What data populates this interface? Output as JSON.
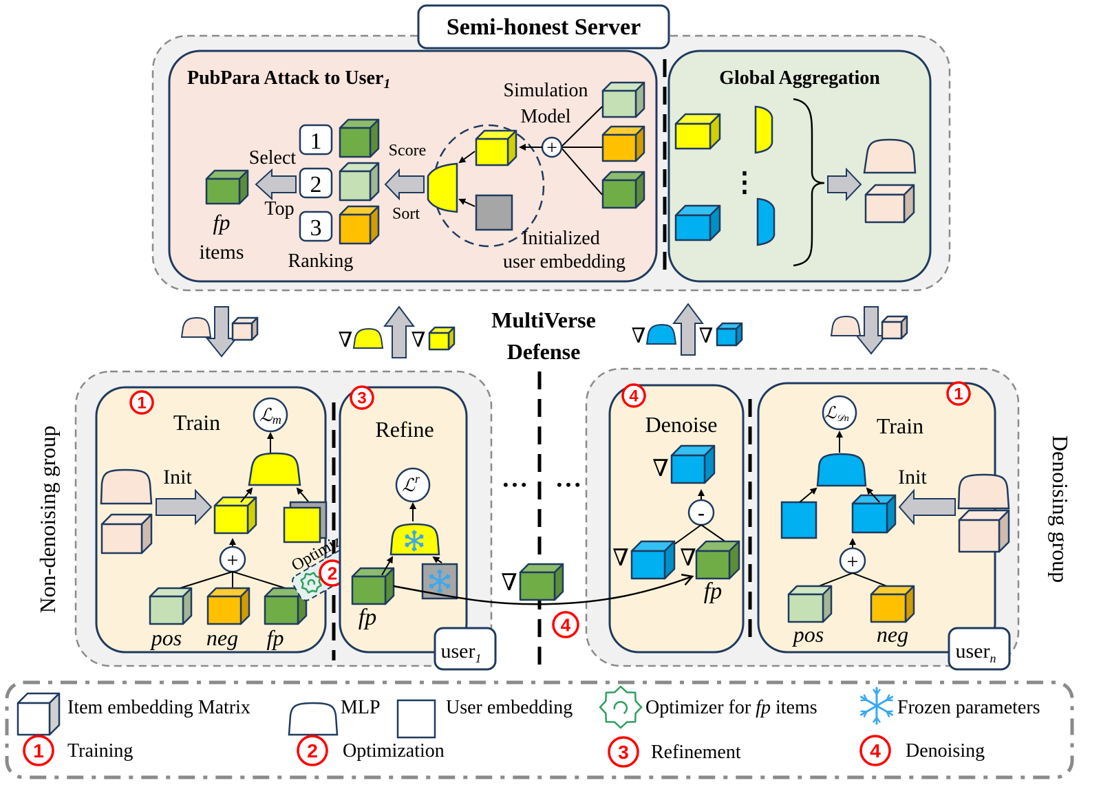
{
  "colors": {
    "server_pink": "#f9e6de",
    "aggregation_green": "#e4eddc",
    "client_cream": "#fdf2d9",
    "outline_navy": "#1f3a5f",
    "yellow": "#ffff00",
    "blue": "#00b0f0",
    "green": "#70ad47",
    "light_green": "#c5e0b4",
    "orange": "#ffc000",
    "pink_global": "#fbe5d6",
    "gray_user": "#a6a6a6",
    "step_red": "#ff0000"
  },
  "server": {
    "title": "Semi-honest Server",
    "attack_panel": {
      "title": "PubPara Attack to User",
      "title_subscript": "1",
      "simulation_label_line1": "Simulation",
      "simulation_label_line2": "Model",
      "init_label_line1": "Initialized",
      "init_label_line2": "user embedding",
      "score_label": "Score",
      "sort_label": "Sort",
      "select_label": "Select",
      "top_label": "Top",
      "ranking_label": "Ranking",
      "ranks": [
        "1",
        "2",
        "3"
      ],
      "fp_label": "fp",
      "items_label": "items",
      "plus_symbol": "+"
    },
    "aggregation_panel": {
      "title": "Global Aggregation",
      "dots": "⋮"
    }
  },
  "transfer": {
    "nabla": "∇",
    "center_title_line1": "MultiVerse",
    "center_title_line2": "Defense",
    "ellipsis_left": "• • •",
    "ellipsis_right": "• • •"
  },
  "non_denoising_group": {
    "label": "Non-denoising group",
    "user_tag": "user",
    "user_tag_sub": "1",
    "train_panel": {
      "step": "1",
      "title": "Train",
      "loss": "ℒ",
      "loss_sub": "m",
      "init_label": "Init",
      "plus_symbol": "+",
      "item_labels": [
        "pos",
        "neg",
        "fp"
      ],
      "optimize_label": "Optimize",
      "optimize_step": "2"
    },
    "refine_panel": {
      "step": "3",
      "title": "Refine",
      "loss": "ℒ",
      "loss_sup": "r",
      "fp_label": "fp"
    }
  },
  "denoising_group": {
    "label": "Denoising group",
    "user_tag": "user",
    "user_tag_sub": "n",
    "transfer_step": "4",
    "denoise_panel": {
      "step": "4",
      "title": "Denoise",
      "minus_symbol": "-",
      "fp_label": "fp"
    },
    "train_panel": {
      "step": "1",
      "title": "Train",
      "loss": "ℒ",
      "loss_sub": "𝒟n",
      "init_label": "Init",
      "plus_symbol": "+",
      "item_labels": [
        "pos",
        "neg"
      ]
    }
  },
  "legend": {
    "items": [
      {
        "icon": "item-embedding-cube-icon",
        "label": "Item embedding Matrix"
      },
      {
        "icon": "mlp-shape-icon",
        "label": "MLP"
      },
      {
        "icon": "user-embedding-square-icon",
        "label": "User embedding"
      },
      {
        "icon": "optimizer-gear-icon",
        "label_pre": "Optimizer for ",
        "label_it": "fp",
        "label_post": " items"
      },
      {
        "icon": "snowflake-icon",
        "label": "Frozen parameters"
      }
    ],
    "steps": [
      {
        "num": "1",
        "label": "Training"
      },
      {
        "num": "2",
        "label": "Optimization"
      },
      {
        "num": "3",
        "label": "Refinement"
      },
      {
        "num": "4",
        "label": "Denoising"
      }
    ]
  }
}
